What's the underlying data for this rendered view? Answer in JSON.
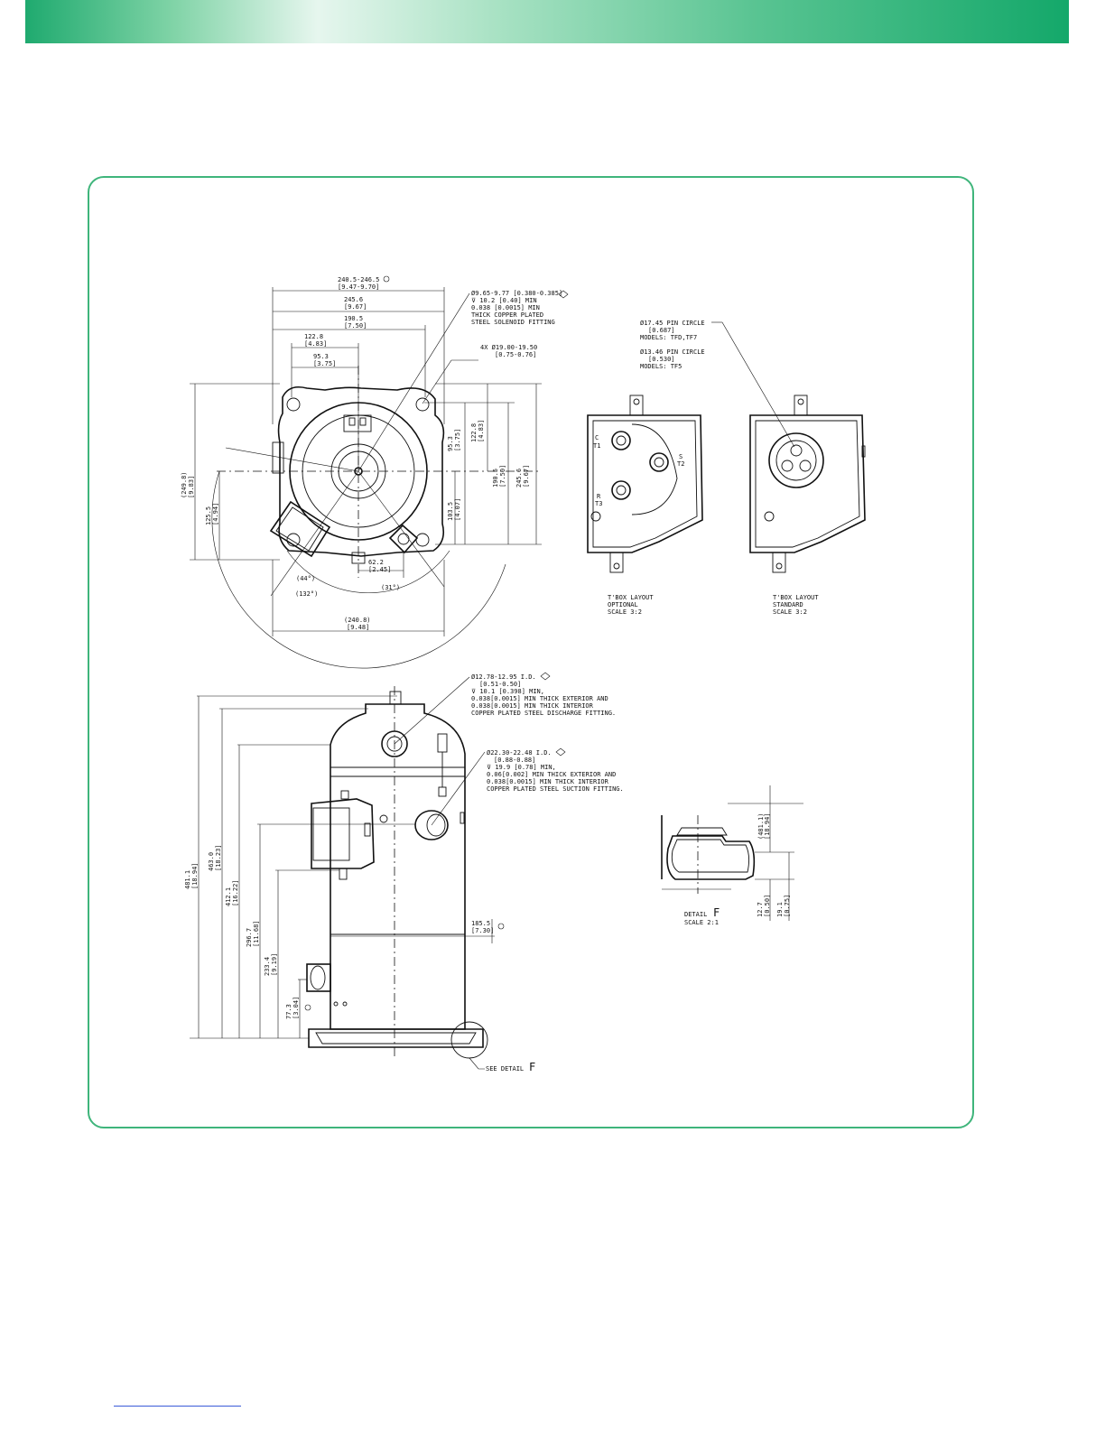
{
  "top_view": {
    "dim_overall": "240.5-246.5",
    "dim_overall_in": "[9.47-9.70]",
    "dim_width": "245.6",
    "dim_width_in": "[9.67]",
    "dim_190": "190.5",
    "dim_190_in": "[7.50]",
    "dim_122": "122.8",
    "dim_122_in": "[4.83]",
    "dim_95": "95.3",
    "dim_95_in": "[3.75]",
    "solenoid_note": [
      "Ø9.65-9.77 [0.380-0.385]",
      "⊽ 10.2 [0.40] MIN",
      "0.038 [0.0015] MIN",
      "THICK COPPER PLATED",
      "STEEL SOLENOID FITTING"
    ],
    "holes_note": [
      "4X Ø19.00-19.50",
      "[0.75-0.76]"
    ],
    "right_dims": [
      {
        "value": "95.3",
        "in": "[3.75]"
      },
      {
        "value": "122.8",
        "in": "[4.83]"
      },
      {
        "value": "190.5",
        "in": "[7.50]"
      },
      {
        "value": "245.6",
        "in": "[9.67]"
      },
      {
        "value": "103.5",
        "in": "[4.07]"
      }
    ],
    "left_dims": [
      {
        "value": "(249.8)",
        "in": "[9.83]"
      },
      {
        "value": "125.5",
        "in": "[4.94]"
      }
    ],
    "dim_62": "62.2",
    "dim_62_in": "[2.45]",
    "angle_44": "(44°)",
    "angle_132": "(132°)",
    "angle_31": "(31°)",
    "dim_bottom": "(240.8)",
    "dim_bottom_in": "[9.48]"
  },
  "tbox": {
    "pin_note": [
      "Ø17.45  PIN CIRCLE",
      "[0.687]",
      "MODELS: TFD,TF7",
      "Ø13.46  PIN CIRCLE",
      "[0.530]",
      "MODELS: TF5"
    ],
    "optional_label": [
      "T'BOX LAYOUT",
      "OPTIONAL",
      "SCALE  3:2"
    ],
    "standard_label": [
      "T'BOX LAYOUT",
      "STANDARD",
      "SCALE  3:2"
    ],
    "terminal_c": "C",
    "terminal_t1": "T1",
    "terminal_s": "S",
    "terminal_t2": "T2",
    "terminal_r": "R",
    "terminal_t3": "T3"
  },
  "side_view": {
    "discharge_note": [
      "Ø12.78-12.95 I.D.",
      "[0.51-0.50]",
      "⊽ 10.1 [0.398] MIN,",
      "0.038[0.0015] MIN THICK EXTERIOR AND",
      "0.038[0.0015] MIN THICK INTERIOR",
      "COPPER PLATED STEEL DISCHARGE FITTING."
    ],
    "suction_note": [
      "Ø22.30-22.48 I.D.",
      "[0.88-0.88]",
      "⊽ 19.9 [0.78] MIN,",
      "0.06[0.002] MIN THICK EXTERIOR AND",
      "0.038[0.0015] MIN THICK INTERIOR",
      "COPPER PLATED STEEL SUCTION FITTING."
    ],
    "heights": [
      {
        "value": "481.1",
        "in": "[18.94]"
      },
      {
        "value": "463.0",
        "in": "[18.23]"
      },
      {
        "value": "412.1",
        "in": "[16.22]"
      },
      {
        "value": "296.7",
        "in": "[11.68]"
      },
      {
        "value": "233.4",
        "in": "[9.19]"
      },
      {
        "value": "77.3",
        "in": "[3.04]"
      }
    ],
    "dim_185": "185.5",
    "dim_185_in": "[7.30]",
    "see_detail": "SEE DETAIL",
    "detail_letter": "F"
  },
  "detail_f": {
    "label": "DETAIL",
    "letter": "F",
    "scale": "SCALE  2:1",
    "dim_top": "(481.1)",
    "dim_top_in": "[18.94]",
    "dim_a": "12.7",
    "dim_a_in": "[0.50]",
    "dim_b": "19.1",
    "dim_b_in": "[0.75]"
  }
}
